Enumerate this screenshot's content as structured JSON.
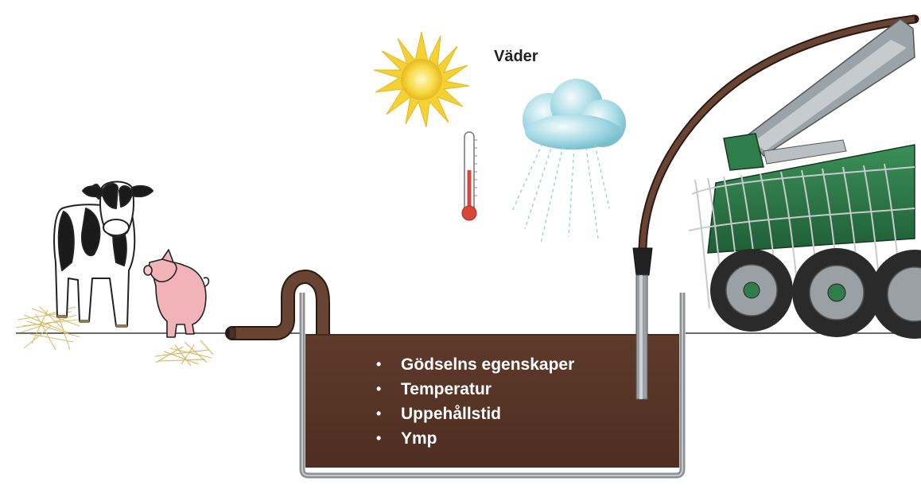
{
  "weather": {
    "label": "Väder"
  },
  "factors": [
    "Gödselns egenskaper",
    "Temperatur",
    "Uppehållstid",
    "Ymp"
  ],
  "colors": {
    "manure": "#5a3628",
    "tank_wall": "#8c9094",
    "pipe": "#5b3a2a",
    "tractor": "#2e7d4a",
    "sun": "#f4d233",
    "cloud": "#8ecfdc",
    "pig": "#f2b3b8",
    "thermometer_fill": "#d9473a"
  }
}
